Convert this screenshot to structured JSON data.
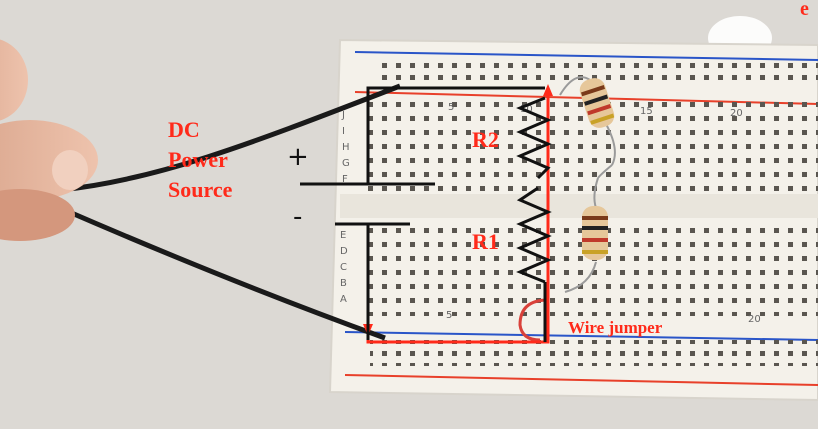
{
  "annotations": {
    "dc_label_line1": "DC",
    "dc_label_line2": "Power",
    "dc_label_line3": "Source",
    "plus_sign": "+",
    "minus_sign": "-",
    "r2_label": "R2",
    "r1_label": "R1",
    "wire_jumper_label": "Wire jumper",
    "corner_mark": "e"
  },
  "breadboard": {
    "row_letters_top": [
      "J",
      "I",
      "H",
      "G",
      "F"
    ],
    "row_letters_bottom": [
      "E",
      "D",
      "C",
      "B",
      "A"
    ],
    "column_numbers_top": [
      "5",
      "10",
      "15",
      "20"
    ],
    "column_numbers_bottom": [
      "5",
      "20"
    ]
  },
  "colors": {
    "annotation_red": "#ff2a1a",
    "rail_red": "#e8402a",
    "rail_blue": "#2a55c8",
    "board": "#f4f1ea",
    "countertop": "#d9d6d1"
  }
}
